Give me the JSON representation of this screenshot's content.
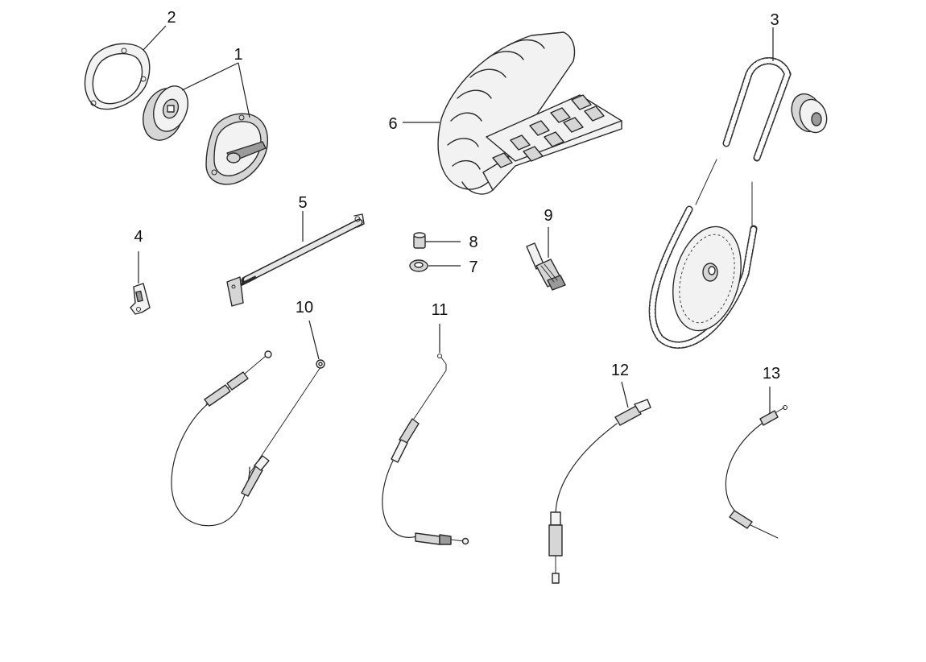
{
  "parts": [
    {
      "number": "1",
      "name": "fan-housing-assembly"
    },
    {
      "number": "2",
      "name": "gasket"
    },
    {
      "number": "3",
      "name": "drive-belt"
    },
    {
      "number": "4",
      "name": "bracket"
    },
    {
      "number": "5",
      "name": "gas-strut"
    },
    {
      "number": "6",
      "name": "track"
    },
    {
      "number": "7",
      "name": "washer"
    },
    {
      "number": "8",
      "name": "spacer"
    },
    {
      "number": "9",
      "name": "spark-plug"
    },
    {
      "number": "10",
      "name": "throttle-cable"
    },
    {
      "number": "11",
      "name": "brake-cable"
    },
    {
      "number": "12",
      "name": "choke-cable"
    },
    {
      "number": "13",
      "name": "control-cable"
    }
  ],
  "colors": {
    "ink": "#2a2a2a",
    "background": "#ffffff"
  }
}
